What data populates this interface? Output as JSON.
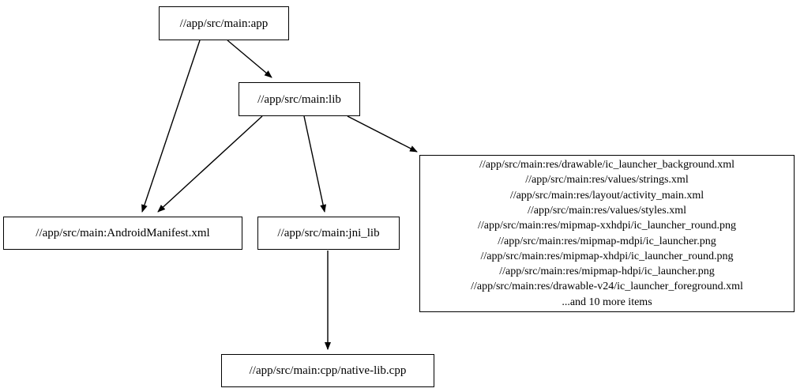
{
  "graph": {
    "type": "directed-dependency-graph",
    "background_color": "#ffffff",
    "line_color": "#000000",
    "nodes": [
      {
        "id": "app",
        "label": "//app/src/main:app"
      },
      {
        "id": "lib",
        "label": "//app/src/main:lib"
      },
      {
        "id": "manifest",
        "label": "//app/src/main:AndroidManifest.xml"
      },
      {
        "id": "jni_lib",
        "label": "//app/src/main:jni_lib"
      },
      {
        "id": "res_list",
        "label": "//app/src/main:res/drawable/ic_launcher_background.xml\n//app/src/main:res/values/strings.xml\n//app/src/main:res/layout/activity_main.xml\n//app/src/main:res/values/styles.xml\n//app/src/main:res/mipmap-xxhdpi/ic_launcher_round.png\n//app/src/main:res/mipmap-mdpi/ic_launcher.png\n//app/src/main:res/mipmap-xhdpi/ic_launcher_round.png\n//app/src/main:res/mipmap-hdpi/ic_launcher.png\n//app/src/main:res/drawable-v24/ic_launcher_foreground.xml\n...and 10 more items",
        "lines": [
          "//app/src/main:res/drawable/ic_launcher_background.xml",
          "//app/src/main:res/values/strings.xml",
          "//app/src/main:res/layout/activity_main.xml",
          "//app/src/main:res/values/styles.xml",
          "//app/src/main:res/mipmap-xxhdpi/ic_launcher_round.png",
          "//app/src/main:res/mipmap-mdpi/ic_launcher.png",
          "//app/src/main:res/mipmap-xhdpi/ic_launcher_round.png",
          "//app/src/main:res/mipmap-hdpi/ic_launcher.png",
          "//app/src/main:res/drawable-v24/ic_launcher_foreground.xml",
          "...and 10 more items"
        ]
      },
      {
        "id": "cpp",
        "label": "//app/src/main:cpp/native-lib.cpp"
      }
    ],
    "edges": [
      {
        "from": "app",
        "to": "lib"
      },
      {
        "from": "app",
        "to": "manifest"
      },
      {
        "from": "lib",
        "to": "manifest"
      },
      {
        "from": "lib",
        "to": "jni_lib"
      },
      {
        "from": "lib",
        "to": "res_list"
      },
      {
        "from": "jni_lib",
        "to": "cpp"
      }
    ]
  }
}
